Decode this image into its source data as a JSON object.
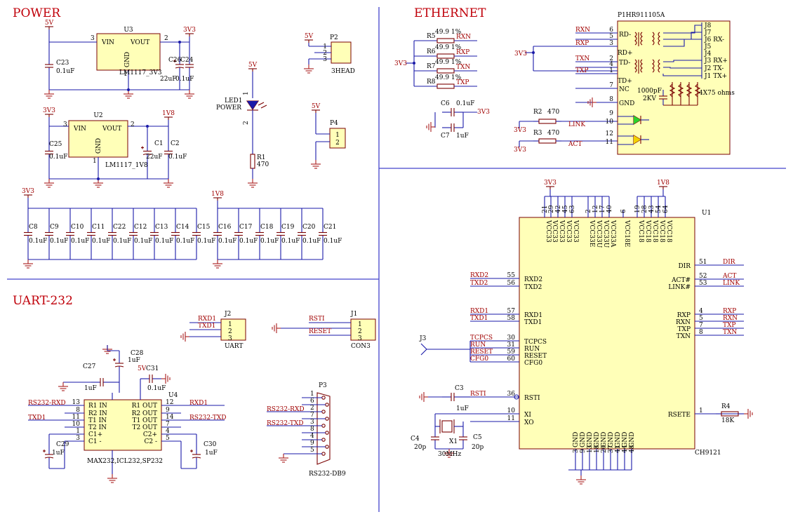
{
  "sections": {
    "power": "POWER",
    "ethernet": "ETHERNET",
    "uart232": "UART-232"
  },
  "rails": {
    "v5": "5V",
    "v33": "3V3",
    "v18": "1V8"
  },
  "power": {
    "u3": {
      "ref": "U3",
      "part": "LM1117_3V3",
      "vin": "VIN",
      "vout": "VOUT",
      "gnd": "GND",
      "p3": "3",
      "p2": "2",
      "p1": "1"
    },
    "u2": {
      "ref": "U2",
      "part": "LM1117_1V8",
      "vin": "VIN",
      "vout": "VOUT",
      "gnd": "GND",
      "p3": "3",
      "p2": "2",
      "p1": "1"
    },
    "c23": {
      "ref": "C23",
      "val": "0.1uF"
    },
    "c26": {
      "ref": "C26",
      "val": "22uF"
    },
    "c24": {
      "ref": "C24",
      "val": "0.1uF"
    },
    "c25": {
      "ref": "C25",
      "val": "0.1uF"
    },
    "c1": {
      "ref": "C1",
      "val": "22uF"
    },
    "c2": {
      "ref": "C2",
      "val": "0.1uF"
    },
    "p2hdr": {
      "ref": "P2",
      "part": "3HEAD",
      "pins": [
        "1",
        "2",
        "3"
      ]
    },
    "led1": {
      "ref": "LED1",
      "part": "POWER",
      "pin1": "1",
      "pin2": "2"
    },
    "r1": {
      "ref": "R1",
      "val": "470"
    },
    "p4": {
      "ref": "P4",
      "pins": [
        "1",
        "2"
      ]
    },
    "decap33": [
      {
        "ref": "C8",
        "val": "0.1uF"
      },
      {
        "ref": "C9",
        "val": "0.1uF"
      },
      {
        "ref": "C10",
        "val": "0.1uF"
      },
      {
        "ref": "C11",
        "val": "0.1uF"
      },
      {
        "ref": "C22",
        "val": "0.1uF"
      },
      {
        "ref": "C12",
        "val": "0.1uF"
      },
      {
        "ref": "C13",
        "val": "0.1uF"
      },
      {
        "ref": "C14",
        "val": "0.1uF"
      },
      {
        "ref": "C15",
        "val": "0.1uF"
      }
    ],
    "decap18": [
      {
        "ref": "C16",
        "val": "0.1uF"
      },
      {
        "ref": "C17",
        "val": "0.1uF"
      },
      {
        "ref": "C18",
        "val": "0.1uF"
      },
      {
        "ref": "C19",
        "val": "0.1uF"
      },
      {
        "ref": "C20",
        "val": "0.1uF"
      },
      {
        "ref": "C21",
        "val": "0.1uF"
      }
    ]
  },
  "ethernet": {
    "res": [
      {
        "ref": "R5",
        "val": "49.9 1%",
        "net": "RXN"
      },
      {
        "ref": "R6",
        "val": "49.9 1%",
        "net": "RXP"
      },
      {
        "ref": "R7",
        "val": "49.9 1%",
        "net": "TXN"
      },
      {
        "ref": "R8",
        "val": "49.9 1%",
        "net": "TXP"
      }
    ],
    "c6": {
      "ref": "C6",
      "val": "0.1uF"
    },
    "c7": {
      "ref": "C7",
      "val": "1uF"
    },
    "r2": {
      "ref": "R2",
      "val": "470",
      "net": "LINK"
    },
    "r3": {
      "ref": "R3",
      "val": "470",
      "net": "ACT"
    },
    "magjack": {
      "part": "P1HR911105A",
      "pins_left": [
        {
          "num": "6",
          "net": "RXN"
        },
        {
          "num": "5",
          "net": ""
        },
        {
          "num": "3",
          "net": "RXP"
        },
        {
          "num": "2",
          "net": "TXN"
        },
        {
          "num": "4",
          "net": ""
        },
        {
          "num": "1",
          "net": "TXP"
        },
        {
          "num": "7",
          "net": ""
        },
        {
          "num": "8",
          "net": ""
        }
      ],
      "inner": [
        "RD-",
        "RD+",
        "TD-",
        "TD+",
        "NC",
        "GND"
      ],
      "right": [
        "J8",
        "J7",
        "J6 RX-",
        "J5",
        "J4",
        "J3 RX+",
        "J2 TX-",
        "J1 TX+"
      ],
      "cap": "1000pF",
      "capv": "2KV",
      "res": "4X75 ohms",
      "led_pins": [
        "9",
        "10",
        "12",
        "11"
      ]
    }
  },
  "uart": {
    "j2": {
      "ref": "J2",
      "part": "UART",
      "pins": [
        "1",
        "2",
        "3"
      ],
      "nets": [
        "RXD1",
        "TXD1"
      ]
    },
    "j1": {
      "ref": "J1",
      "part": "CON3",
      "pins": [
        "1",
        "2",
        "3"
      ],
      "nets": [
        "RSTI",
        "RESET"
      ]
    },
    "c28": {
      "ref": "C28",
      "val": "1uF"
    },
    "c27": {
      "ref": "C27",
      "val": "1uF"
    },
    "c31": {
      "ref": "C31",
      "val": "0.1uF"
    },
    "c29": {
      "ref": "C29",
      "val": "1uF"
    },
    "c30": {
      "ref": "C30",
      "val": "1uF"
    },
    "u4": {
      "ref": "U4",
      "part": "MAX232,ICL232,SP232",
      "left": [
        {
          "num": "13",
          "name": "R1 IN"
        },
        {
          "num": "8",
          "name": "R2 IN"
        },
        {
          "num": "11",
          "name": "T1 IN"
        },
        {
          "num": "10",
          "name": "T2 IN"
        },
        {
          "num": "1",
          "name": "C1+"
        },
        {
          "num": "3",
          "name": "C1 -"
        }
      ],
      "right": [
        {
          "num": "12",
          "name": "R1 OUT"
        },
        {
          "num": "9",
          "name": "R2 OUT"
        },
        {
          "num": "14",
          "name": "T1 OUT"
        },
        {
          "num": "7",
          "name": "T2 OUT"
        },
        {
          "num": "4",
          "name": "C2+"
        },
        {
          "num": "5",
          "name": "C2 -"
        }
      ],
      "nets": {
        "l1": "RS232-RXD",
        "l3": "TXD1",
        "r1": "RXD1",
        "r3": "RS232-TXD"
      }
    },
    "p3": {
      "ref": "P3",
      "part": "RS232-DB9",
      "pins": [
        "1",
        "6",
        "2",
        "7",
        "3",
        "8",
        "4",
        "9",
        "5"
      ],
      "nets": [
        "RS232-RXD",
        "RS232-TXD"
      ]
    }
  },
  "ch9121": {
    "ref": "U1",
    "part": "CH9121",
    "top": [
      {
        "num": "21",
        "name": "VCC33"
      },
      {
        "num": "29",
        "name": "VCC33"
      },
      {
        "num": "42",
        "name": "VCC33"
      },
      {
        "num": "45",
        "name": "VCC33"
      },
      {
        "num": "63",
        "name": "VCC33"
      },
      {
        "num": "2",
        "name": "VCC33E"
      },
      {
        "num": "12",
        "name": "VCC33U"
      },
      {
        "num": "17",
        "name": "VCC33U"
      },
      {
        "num": "40",
        "name": "VCC33A"
      },
      {
        "num": "6",
        "name": "VCC18E"
      },
      {
        "num": "19",
        "name": "VCC18"
      },
      {
        "num": "28",
        "name": "VCC18"
      },
      {
        "num": "43",
        "name": "VCC18"
      },
      {
        "num": "54",
        "name": "VCC18"
      },
      {
        "num": "64",
        "name": "VCC18"
      }
    ],
    "left": [
      {
        "num": "55",
        "name": "RXD2",
        "net": "RXD2"
      },
      {
        "num": "56",
        "name": "TXD2",
        "net": "TXD2"
      },
      {
        "num": "57",
        "name": "RXD1",
        "net": "RXD1"
      },
      {
        "num": "58",
        "name": "TXD1",
        "net": "TXD1"
      },
      {
        "num": "30",
        "name": "TCPCS",
        "net": "TCPCS"
      },
      {
        "num": "31",
        "name": "RUN",
        "net": "RUN"
      },
      {
        "num": "59",
        "name": "RESET",
        "net": "RESET"
      },
      {
        "num": "60",
        "name": "CFG0",
        "net": "CFG0"
      },
      {
        "num": "36",
        "name": "RSTI",
        "net": "RSTI"
      },
      {
        "num": "10",
        "name": "XI",
        "net": ""
      },
      {
        "num": "11",
        "name": "XO",
        "net": ""
      }
    ],
    "right": [
      {
        "num": "51",
        "name": "DIR",
        "net": "DIR"
      },
      {
        "num": "52",
        "name": "ACT#",
        "net": "ACT"
      },
      {
        "num": "53",
        "name": "LINK#",
        "net": "LINK"
      },
      {
        "num": "4",
        "name": "RXP",
        "net": "RXP"
      },
      {
        "num": "5",
        "name": "RXN",
        "net": "RXN"
      },
      {
        "num": "7",
        "name": "TXP",
        "net": "TXP"
      },
      {
        "num": "8",
        "name": "TXN",
        "net": "TXN"
      },
      {
        "num": "1",
        "name": "RSETE",
        "net": ""
      }
    ],
    "bottom": [
      {
        "num": "3",
        "name": "GND"
      },
      {
        "num": "9",
        "name": "GND"
      },
      {
        "num": "13",
        "name": "GND"
      },
      {
        "num": "18",
        "name": "GND"
      },
      {
        "num": "20",
        "name": "GND"
      },
      {
        "num": "37",
        "name": "GND"
      },
      {
        "num": "41",
        "name": "GND"
      },
      {
        "num": "44",
        "name": "GND"
      },
      {
        "num": "48",
        "name": "GND"
      }
    ],
    "j3": "J3",
    "c3": {
      "ref": "C3",
      "val": "1uF"
    },
    "c4": {
      "ref": "C4",
      "val": "20p"
    },
    "c5": {
      "ref": "C5",
      "val": "20p"
    },
    "x1": {
      "ref": "X1",
      "val": "30MHz"
    },
    "r4": {
      "ref": "R4",
      "val": "18K"
    }
  }
}
